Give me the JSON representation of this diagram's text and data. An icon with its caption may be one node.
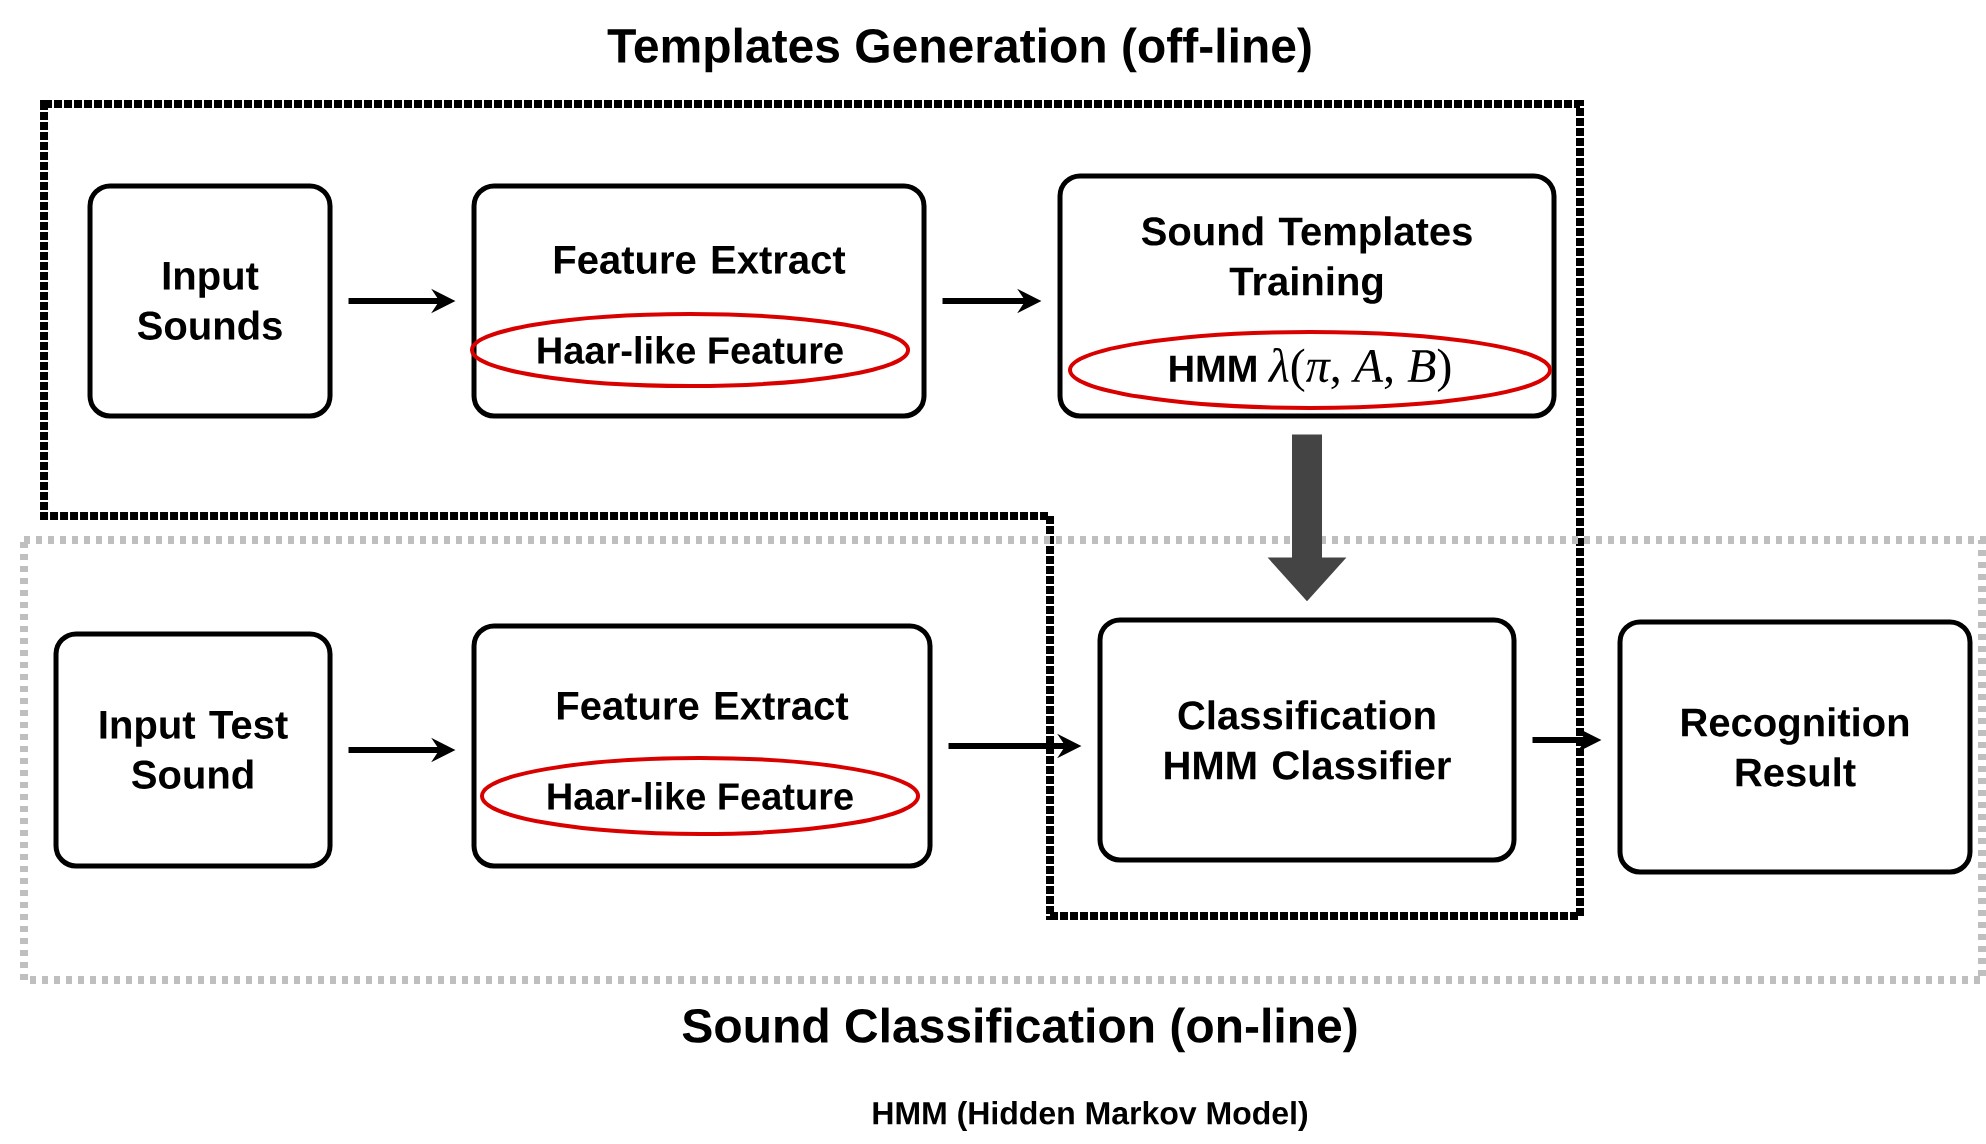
{
  "diagram": {
    "nodes": [
      {
        "text": [
          "Templates Generation (off-line)"
        ]
      },
      {
        "text": [
          "Input Sounds"
        ],
        "in": 0
      },
      {
        "text": [
          "Feature Extract"
        ],
        "in": 0
      },
      {
        "text": [
          "Haar-like Feature"
        ],
        "in": 2
      },
      {
        "text": [
          "Sound Templates Training"
        ],
        "in": 0
      },
      {
        "text": [
          "HMM",
          "*λ*(*π*, *A*, *B*)"
        ],
        "in": 4
      },
      {
        "text": [
          "Sound Classification (on-line)"
        ]
      },
      {
        "text": [
          "Input Test Sound"
        ],
        "in": 6
      },
      {
        "text": [
          "Feature Extract"
        ],
        "in": 6
      },
      {
        "text": [
          "Haar-like Feature"
        ],
        "in": 8
      },
      {
        "text": [
          "Classification HMM Classifier"
        ]
      },
      {
        "text": [
          "Recognition Result"
        ],
        "in": 6
      }
    ],
    "edges": [
      {
        "from": 1,
        "to": 2,
        "arrow": "to"
      },
      {
        "from": 2,
        "to": 4,
        "arrow": "to"
      },
      {
        "from": 4,
        "to": 10,
        "arrow": "to",
        "style": "thick",
        "color": "#444444"
      },
      {
        "from": 7,
        "to": 8,
        "arrow": "to"
      },
      {
        "from": 8,
        "to": 10,
        "arrow": "to"
      },
      {
        "from": 10,
        "to": 11,
        "arrow": "to"
      }
    ],
    "labels": [
      "HMM (Hidden Markov Model)"
    ]
  }
}
